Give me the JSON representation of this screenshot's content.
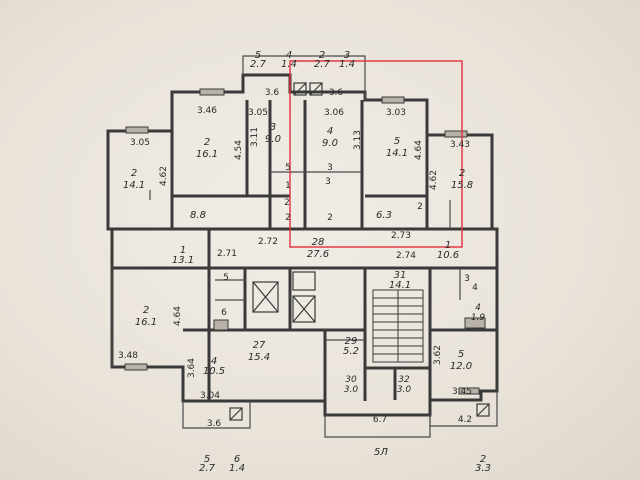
{
  "top_labels": [
    {
      "num": "5",
      "area": "2.7"
    },
    {
      "num": "4",
      "area": "1.4"
    },
    {
      "num": "2",
      "area": "2.7"
    },
    {
      "num": "3",
      "area": "1.4"
    }
  ],
  "bottom_labels": [
    {
      "num": "5",
      "area": "2.7"
    },
    {
      "num": "6",
      "area": "1.4"
    },
    {
      "num": "5Л",
      "area": ""
    },
    {
      "num": "2",
      "area": "3.3"
    }
  ],
  "dimensions": {
    "d346": "3.46",
    "d305a": "3.05",
    "d36a": "3.6",
    "d36b": "3.6",
    "d305b": "3.05",
    "d306": "3.06",
    "d303": "3.03",
    "d343": "3.43",
    "d462a": "4.62",
    "d454": "4.54",
    "d311": "3.11",
    "d313": "3.13",
    "d464a": "4.64",
    "d462b": "4.62",
    "d271": "2.71",
    "d272": "2.72",
    "d273": "2.73",
    "d274": "2.74",
    "d464b": "4.64",
    "d348": "3.48",
    "d364": "3.64",
    "d362": "3.62",
    "d304": "3.04",
    "d345": "3.45",
    "d36c": "3.6",
    "d67": "6.7",
    "d42": "4.2"
  },
  "rooms": [
    {
      "num": "2",
      "area": "14.1"
    },
    {
      "num": "2",
      "area": "16.1"
    },
    {
      "num": "3",
      "area": "9.0"
    },
    {
      "num": "4",
      "area": "9.0"
    },
    {
      "num": "5",
      "area": "14.1"
    },
    {
      "num": "2",
      "area": "15.8"
    },
    {
      "num": "",
      "area": "8.8"
    },
    {
      "num": "",
      "area": "6.3"
    },
    {
      "num": "1",
      "area": "13.1"
    },
    {
      "num": "28",
      "area": "27.6"
    },
    {
      "num": "1",
      "area": "10.6"
    },
    {
      "num": "31",
      "area": "14.1"
    },
    {
      "num": "2",
      "area": "16.1"
    },
    {
      "num": "27",
      "area": "15.4"
    },
    {
      "num": "29",
      "area": "5.2"
    },
    {
      "num": "4",
      "area": "10.5"
    },
    {
      "num": "5",
      "area": "12.0"
    },
    {
      "num": "30",
      "area": "3.0"
    },
    {
      "num": "32",
      "area": "3.0"
    },
    {
      "num": "4",
      "area": "1.9"
    }
  ],
  "small_labels": [
    "5",
    "6",
    "5",
    "3",
    "1",
    "2",
    "4",
    "3",
    "3",
    "2",
    "2",
    "2"
  ],
  "colors": {
    "wall": "#3a3a3a",
    "highlight": "#e0303a",
    "text": "#2a2a2a"
  }
}
